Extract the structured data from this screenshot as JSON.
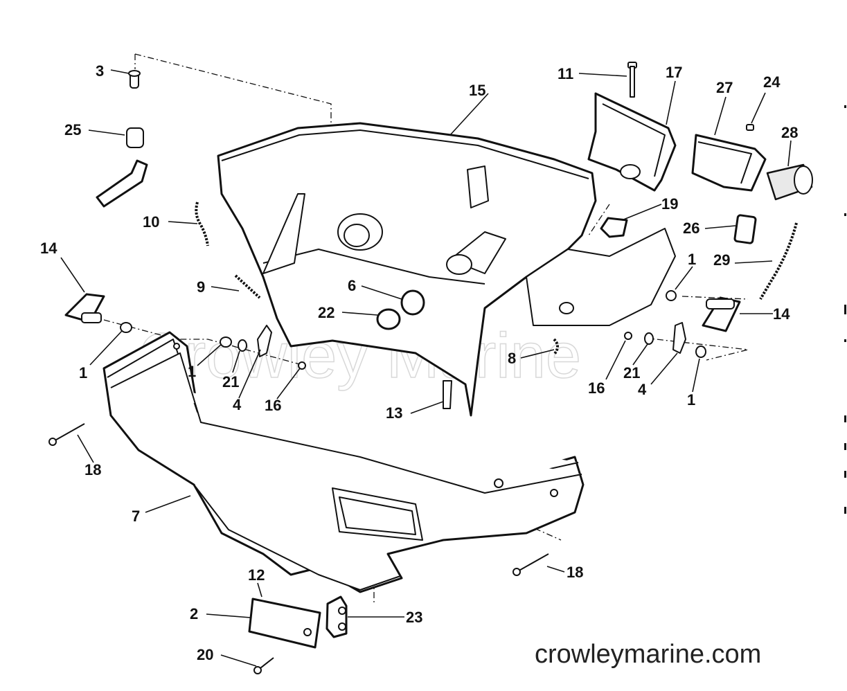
{
  "watermark": "Crowley Marine",
  "site_url": "crowleymarine.com",
  "callouts": {
    "c3": "3",
    "c25": "25",
    "c10": "10",
    "c14a": "14",
    "c9": "9",
    "c1a": "1",
    "c15": "15",
    "c11": "11",
    "c17": "17",
    "c27": "27",
    "c24": "24",
    "c28": "28",
    "c19": "19",
    "c26": "26",
    "c1b": "1",
    "c29": "29",
    "c14b": "14",
    "c6": "6",
    "c22": "22",
    "c1c": "1",
    "c21a": "21",
    "c4a": "4",
    "c16a": "16",
    "c8": "8",
    "c16b": "16",
    "c21b": "21",
    "c4b": "4",
    "c1d": "1",
    "c13": "13",
    "c18a": "18",
    "c7": "7",
    "c18b": "18",
    "c12": "12",
    "c2": "2",
    "c23": "23",
    "c20": "20"
  }
}
